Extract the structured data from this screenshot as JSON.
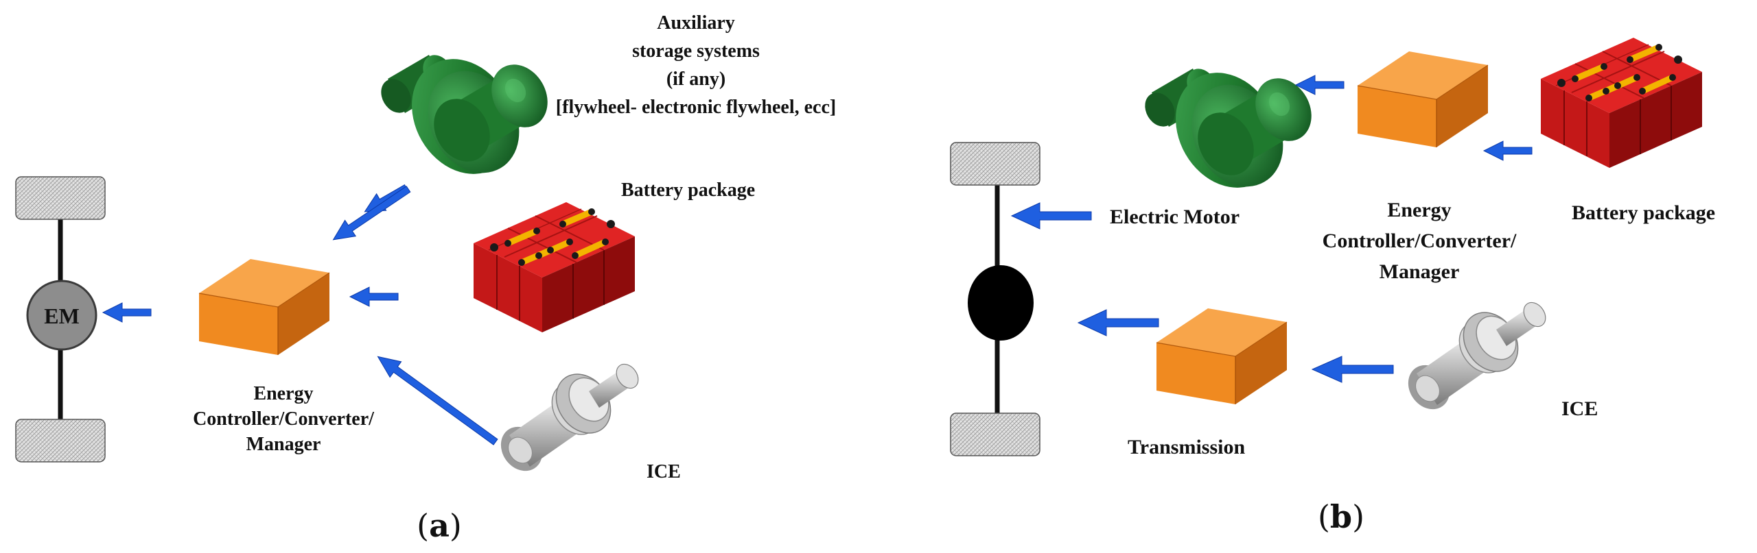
{
  "panel_a": {
    "caption_open": "(",
    "caption_letter": "a",
    "caption_close": ")",
    "aux_lines": [
      "Auxiliary",
      "storage systems",
      "(if any)",
      "[flywheel- electronic flywheel, ecc]"
    ],
    "battery": "Battery package",
    "em": "EM",
    "controller_lines": [
      "Energy",
      "Controller/Converter/",
      "Manager"
    ],
    "ice": "ICE"
  },
  "panel_b": {
    "caption_open": "(",
    "caption_letter": "b",
    "caption_close": ")",
    "electric_motor": "Electric Motor",
    "controller_lines": [
      "Energy",
      "Controller/Converter/",
      "Manager"
    ],
    "battery": "Battery package",
    "ice": "ICE",
    "transmission": "Transmission"
  },
  "colors": {
    "arrow": "#1f5fe0",
    "box_top": "#f8a54a",
    "box_front": "#f08a20",
    "box_side": "#c56510",
    "battery_red": "#d41c1c",
    "battery_dark": "#8e0c0c",
    "strap_yellow": "#f3b400",
    "motor_green": "#1f7a2e",
    "engine_gray": "#c8c8c8"
  },
  "icons": [
    "electric-motor-icon",
    "energy-controller-icon",
    "battery-package-icon",
    "ice-engine-icon",
    "wheel-icon",
    "arrow-icon"
  ]
}
